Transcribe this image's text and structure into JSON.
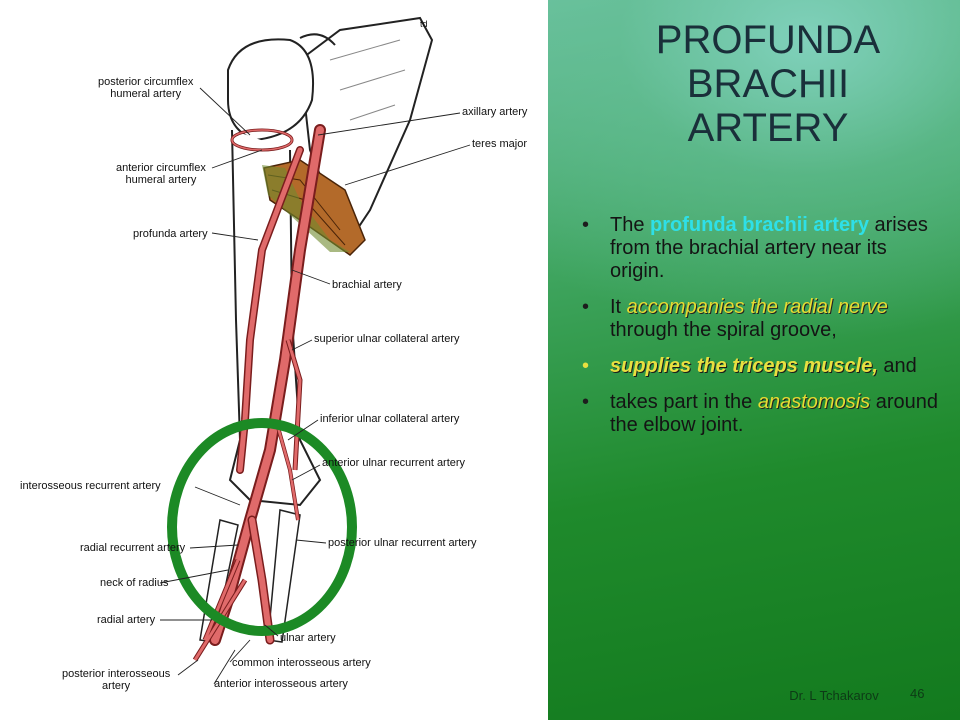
{
  "slide": {
    "title": "PROFUNDA BRACHII ARTERY",
    "bullets": [
      {
        "parts": [
          {
            "text": "The ",
            "style": "plain"
          },
          {
            "text": "profunda brachii artery",
            "style": "cyan"
          },
          {
            "text": " arises from the brachial artery near its origin.",
            "style": "plain"
          }
        ]
      },
      {
        "parts": [
          {
            "text": "It ",
            "style": "plain"
          },
          {
            "text": "accompanies the radial nerve",
            "style": "yellow"
          },
          {
            "text": " through the spiral groove,",
            "style": "plain"
          }
        ]
      },
      {
        "parts": [
          {
            "text": "supplies the triceps muscle,",
            "style": "yellow-bold"
          },
          {
            "text": " and",
            "style": "plain"
          }
        ]
      },
      {
        "parts": [
          {
            "text": "takes part in the ",
            "style": "plain"
          },
          {
            "text": "anastomosis",
            "style": "yellow"
          },
          {
            "text": " around the elbow joint.",
            "style": "plain"
          }
        ]
      }
    ],
    "author": "Dr. L Tchakarov",
    "page_number": "46"
  },
  "figure": {
    "labels": {
      "post_circumflex": "posterior circumflex\nhumeral artery",
      "axillary": "axillary artery",
      "teres_major": "teres major",
      "ant_circumflex": "anterior circumflex\nhumeral artery",
      "profunda": "profunda artery",
      "brachial": "brachial artery",
      "sup_ulnar_coll": "superior ulnar collateral artery",
      "inf_ulnar_coll": "inferior ulnar collateral artery",
      "ant_ulnar_rec": "anterior ulnar recurrent artery",
      "interosseous_rec": "interosseous recurrent artery",
      "radial_rec": "radial recurrent artery",
      "post_ulnar_rec": "posterior ulnar recurrent artery",
      "neck_radius": "neck of radius",
      "radial": "radial artery",
      "ulnar": "ulnar artery",
      "common_interosseous": "common interosseous artery",
      "post_interosseous": "posterior interosseous\nartery",
      "ant_interosseous": "anterior interosseous artery",
      "corner_mark": "td"
    },
    "colors": {
      "artery": "#e06a6a",
      "artery_outline": "#7a1d1d",
      "muscle": "#b36a2a",
      "muscle_green": "#6f8a2e",
      "ring": "#1c8a25"
    }
  }
}
